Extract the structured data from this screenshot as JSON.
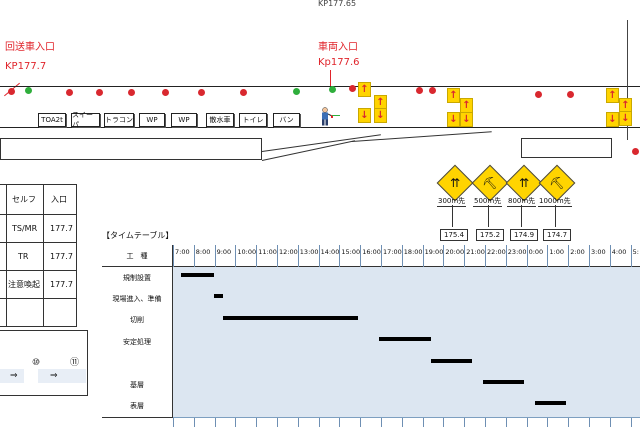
{
  "top": {
    "kp_top": "KP177.65",
    "entry1_title": "回送車入口",
    "entry1_kp": "KP177.7",
    "entry2_title": "車両入口",
    "entry2_kp": "Kp177.6"
  },
  "vehicles": [
    "TOA2t",
    "スイーパ",
    "トラコン",
    "WP",
    "WP",
    "散水車",
    "トイレ",
    "バン"
  ],
  "arrows": [
    "↑",
    "↓",
    "↑",
    "↓",
    "↑",
    "↓",
    "↑",
    "↓",
    "↑",
    "↓"
  ],
  "signs": [
    {
      "distance": "300m先",
      "icon_name": "merge-icon",
      "kp": "175.4"
    },
    {
      "distance": "500m先",
      "icon_name": "roadwork-icon",
      "kp": "175.2"
    },
    {
      "distance": "800m先",
      "icon_name": "merge-icon",
      "kp": "174.9"
    },
    {
      "distance": "1000m先",
      "icon_name": "roadwork-icon",
      "kp": "174.7"
    }
  ],
  "left_table": {
    "header": [
      "セルフ",
      "入口"
    ],
    "rows": [
      [
        "TS/MR",
        "177.7"
      ],
      [
        "TR",
        "177.7"
      ],
      [
        "注意喚起",
        "177.7"
      ],
      [
        "",
        ""
      ]
    ]
  },
  "bottom_left": {
    "circle_a": "⑩",
    "circle_b": "⑪",
    "arrow": "⇒"
  },
  "timetable": {
    "title": "【タイムテーブル】",
    "task_header": "工　種",
    "hours": [
      "7:00",
      "8:00",
      "9:00",
      "10:00",
      "11:00",
      "12:00",
      "13:00",
      "14:00",
      "15:00",
      "16:00",
      "17:00",
      "18:00",
      "19:00",
      "20:00",
      "21:00",
      "22:00",
      "23:00",
      "0:00",
      "1:00",
      "2:00",
      "3:00",
      "4:00",
      "5:"
    ],
    "tasks": [
      {
        "name": "規制設置",
        "start": 0.0,
        "end": 1.6
      },
      {
        "name": "現場進入、準備",
        "start": 1.6,
        "end": 2.0
      },
      {
        "name": "切削",
        "start": 2.0,
        "end": 8.5
      },
      {
        "name": "安定処理",
        "start": 9.5,
        "end": 12.0
      },
      {
        "name": "",
        "start": 12.0,
        "end": 14.0
      },
      {
        "name": "基層",
        "start": 14.5,
        "end": 16.5
      },
      {
        "name": "表層",
        "start": 17.0,
        "end": 18.5
      }
    ]
  },
  "colors": {
    "red": "#e0242b",
    "gantt_bg": "#dce6f1",
    "sign_yellow": "#ffd400"
  }
}
